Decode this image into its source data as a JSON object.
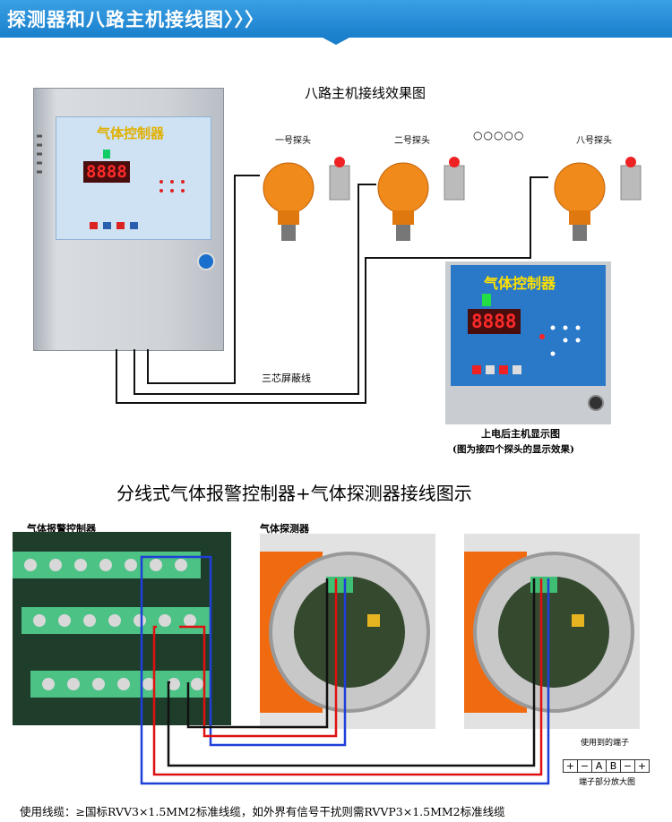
{
  "header": {
    "title": "探测器和八路主机接线图〉〉〉"
  },
  "wiring_top": {
    "title": "八路主机接线效果图",
    "probe_labels": [
      "一号探头",
      "二号探头",
      "八号探头"
    ],
    "dots": "○○○○○",
    "cable_label": "三芯屏蔽线",
    "panel_brand": "气体控制器",
    "display_value": "8888",
    "display_caption": "上电后主机显示图",
    "display_note": "(图为接四个探头的显示效果)"
  },
  "wiring_bottom": {
    "title": "分线式气体报警控制器+气体探测器接线图示",
    "controller_label": "气体报警控制器",
    "detector_label": "气体探测器",
    "terminal_caption": "使用到的端子",
    "terminal_labels": [
      "+",
      "−",
      "A",
      "B",
      "−",
      "+"
    ],
    "terminal_zoom_caption": "端子部分放大图"
  },
  "footer": {
    "text": "使用线缆：≥国标RVV3×1.5MM2标准线缆，如外界有信号干扰则需RVVP3×1.5MM2标准线缆"
  }
}
